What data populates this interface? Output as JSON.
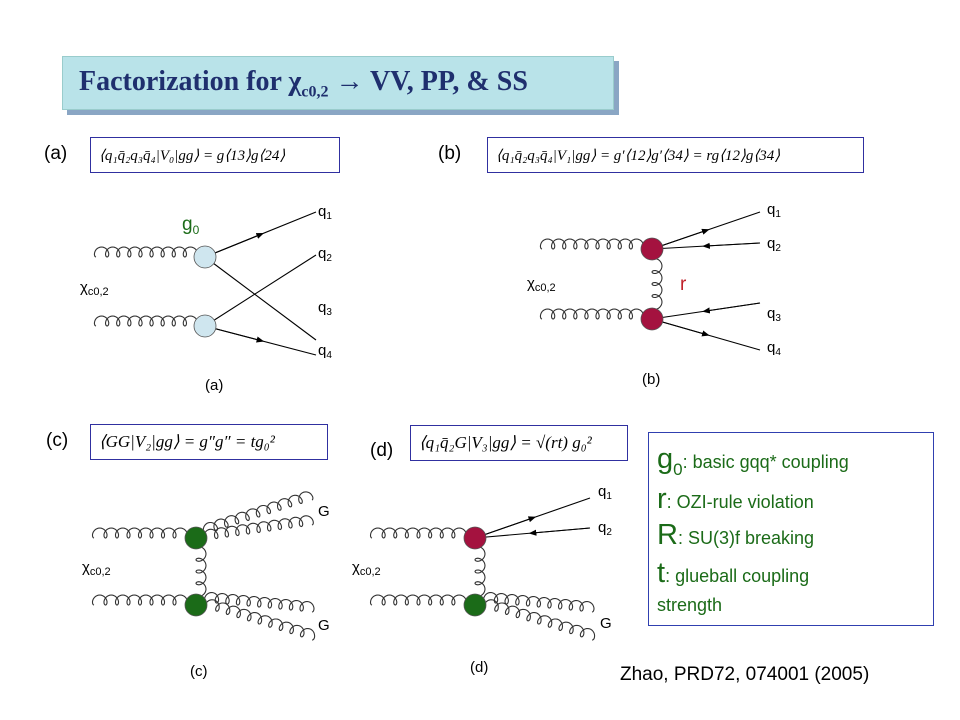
{
  "title": {
    "prefix": "Factorization for ",
    "symbol": "χ",
    "subscript": "c0,2",
    "suffix": " → VV, PP, & SS"
  },
  "panels": [
    {
      "id": "a",
      "label": "(a)",
      "equation": "⟨q₁q̄₂q₃q̄₄|V₀|gg⟩ = g⟨13⟩g⟨24⟩",
      "diagram_caption": "(a)"
    },
    {
      "id": "b",
      "label": "(b)",
      "equation": "⟨q₁q̄₂q₃q̄₄|V₁|gg⟩ = g′⟨12⟩g′⟨34⟩ = rg⟨12⟩g⟨34⟩",
      "diagram_caption": "(b)"
    },
    {
      "id": "c",
      "label": "(c)",
      "equation": "⟨GG|V₂|gg⟩ = g″g″ = tg₀²",
      "diagram_caption": "(c)"
    },
    {
      "id": "d",
      "label": "(d)",
      "equation": "⟨q₁q̄₂G|V₃|gg⟩ = √(rt) g₀²",
      "diagram_caption": "(d)"
    }
  ],
  "diagram_labels": {
    "chi": "χc0,2",
    "g0": "g0",
    "r": "r",
    "q1": "q1",
    "q2": "q2",
    "q3": "q3",
    "q4": "q4",
    "G": "G"
  },
  "legend": [
    {
      "symbol": "g",
      "sub": "0",
      "text": ":  basic gqq* coupling"
    },
    {
      "symbol": "r",
      "sub": "",
      "text": ":  OZI-rule violation"
    },
    {
      "symbol": "R",
      "sub": "",
      "text": ":  SU(3)f breaking"
    },
    {
      "symbol": "t",
      "sub": "",
      "text": ":  glueball coupling"
    },
    {
      "symbol": "",
      "sub": "",
      "text": "strength"
    }
  ],
  "citation": "Zhao, PRD72, 074001 (2005)",
  "colors": {
    "title_bg": "#b9e3e9",
    "title_text": "#1f2f6e",
    "vertex_g0": "#cfe6ef",
    "vertex_r": "#a4123f",
    "vertex_t": "#1b6b18",
    "legend_text": "#1b6b18",
    "label_r": "#c0202a"
  }
}
